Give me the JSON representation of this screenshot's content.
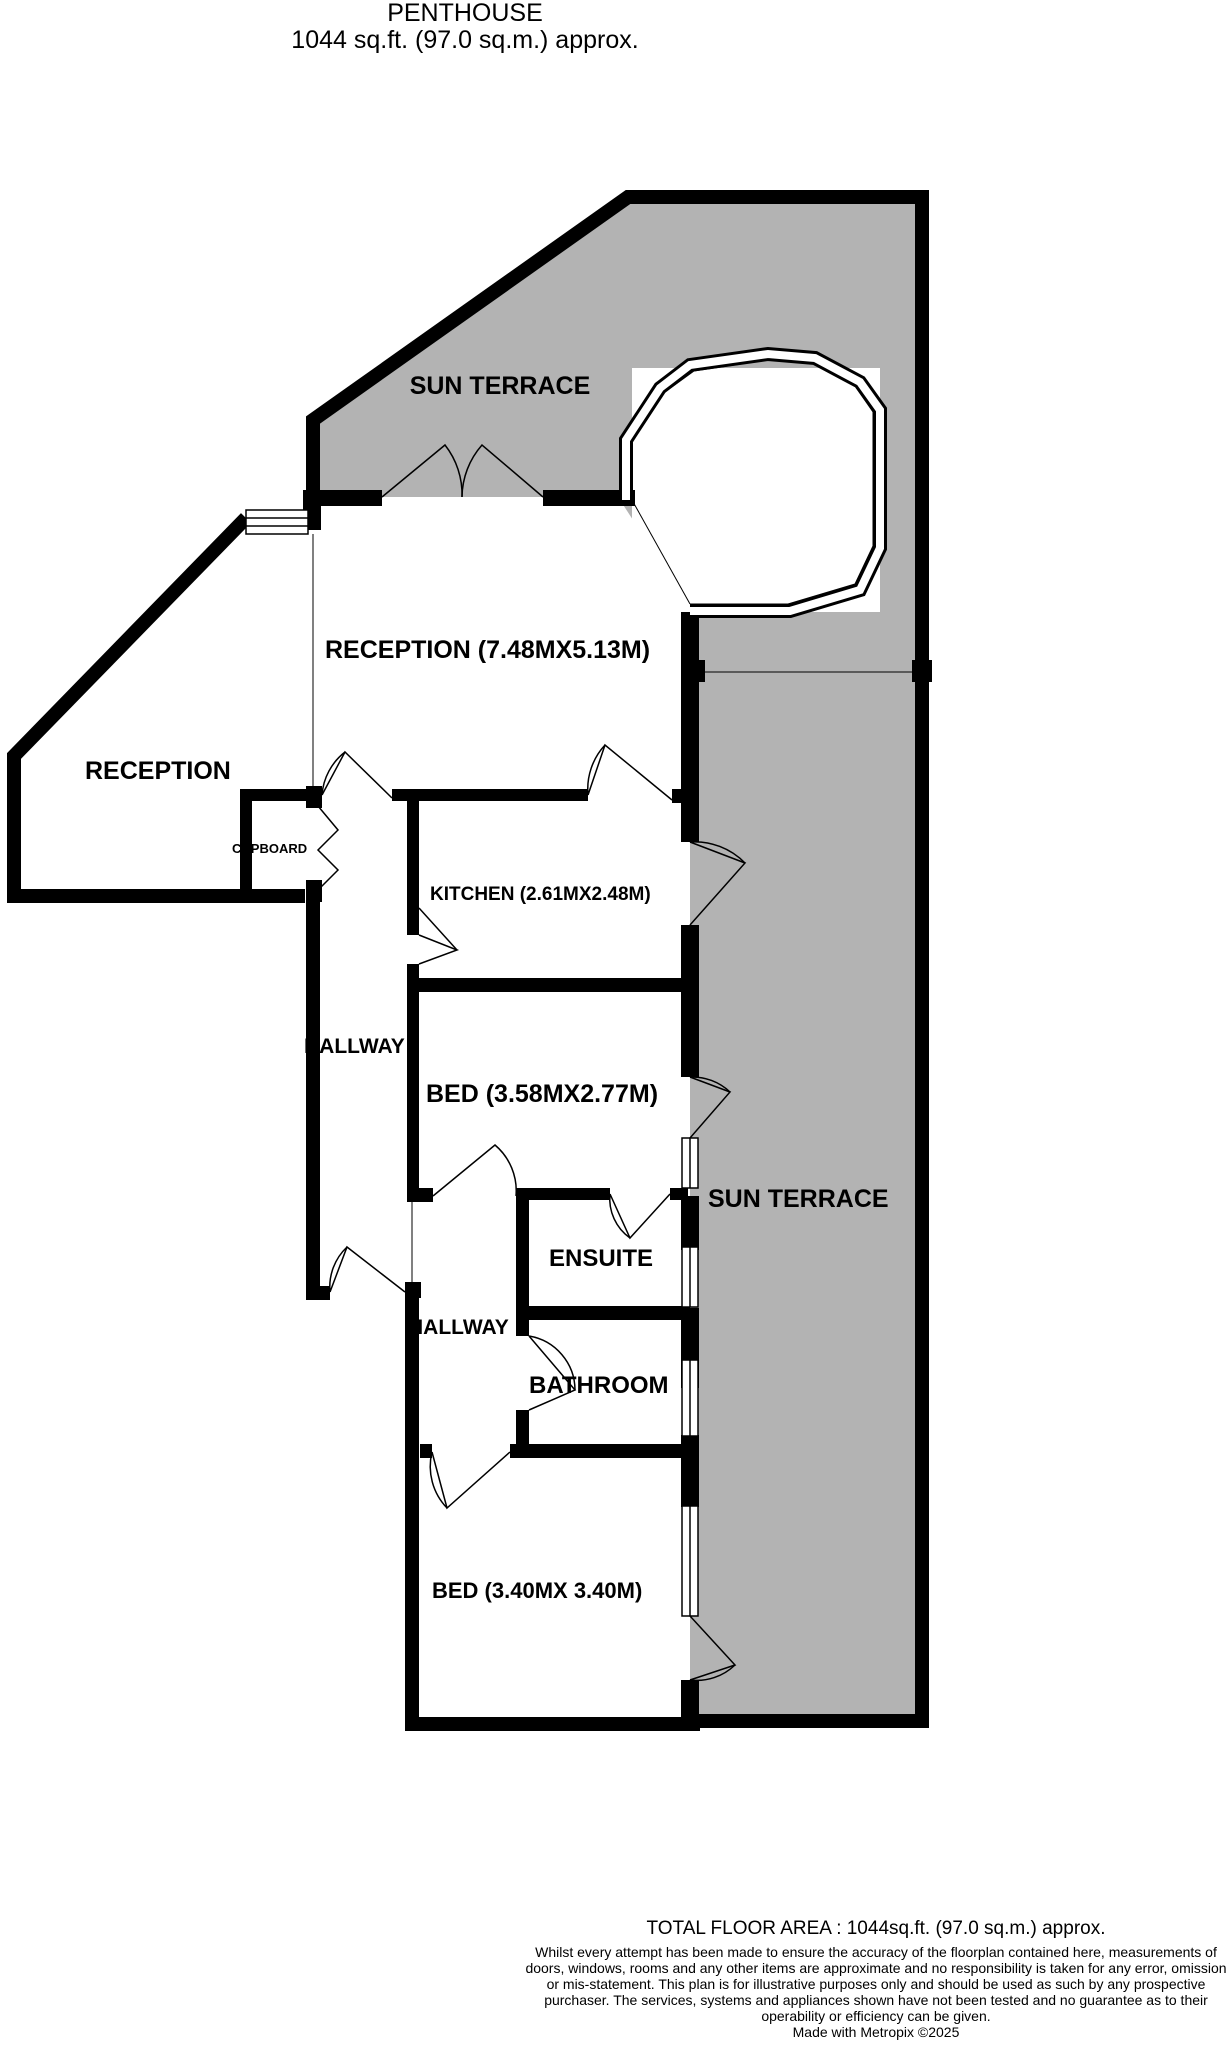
{
  "header": {
    "floor_name": "PENTHOUSE",
    "floor_area": "1044 sq.ft. (97.0 sq.m.) approx."
  },
  "rooms": {
    "sun_terrace_top": "SUN TERRACE",
    "reception_main": "RECEPTION (7.48MX5.13M)",
    "reception_side": "RECEPTION",
    "cupboard": "CUPBOARD",
    "kitchen": "KITCHEN (2.61MX2.48M)",
    "hallway_1": "HALLWAY",
    "bed_1": "BED (3.58MX2.77M)",
    "sun_terrace_side": "SUN TERRACE",
    "ensuite": "ENSUITE",
    "hallway_2": "HALLWAY",
    "bathroom": "BATHROOM",
    "bed_2": "BED (3.40MX 3.40M)"
  },
  "footer": {
    "total_area": "TOTAL FLOOR AREA : 1044sq.ft. (97.0 sq.m.) approx.",
    "disclaimer": "Whilst every attempt has been made to ensure the accuracy of the floorplan contained here, measurements of doors, windows, rooms and any other items are approximate and no responsibility is taken for any error, omission or mis-statement. This plan is for illustrative purposes only and should be used as such by any prospective purchaser. The services, systems and appliances shown have not been tested and no guarantee as to their operability or efficiency can be given.",
    "made_with": "Made with Metropix ©2025"
  },
  "colors": {
    "wall": "#000000",
    "terrace": "#b3b3b3",
    "floor": "#ffffff"
  }
}
